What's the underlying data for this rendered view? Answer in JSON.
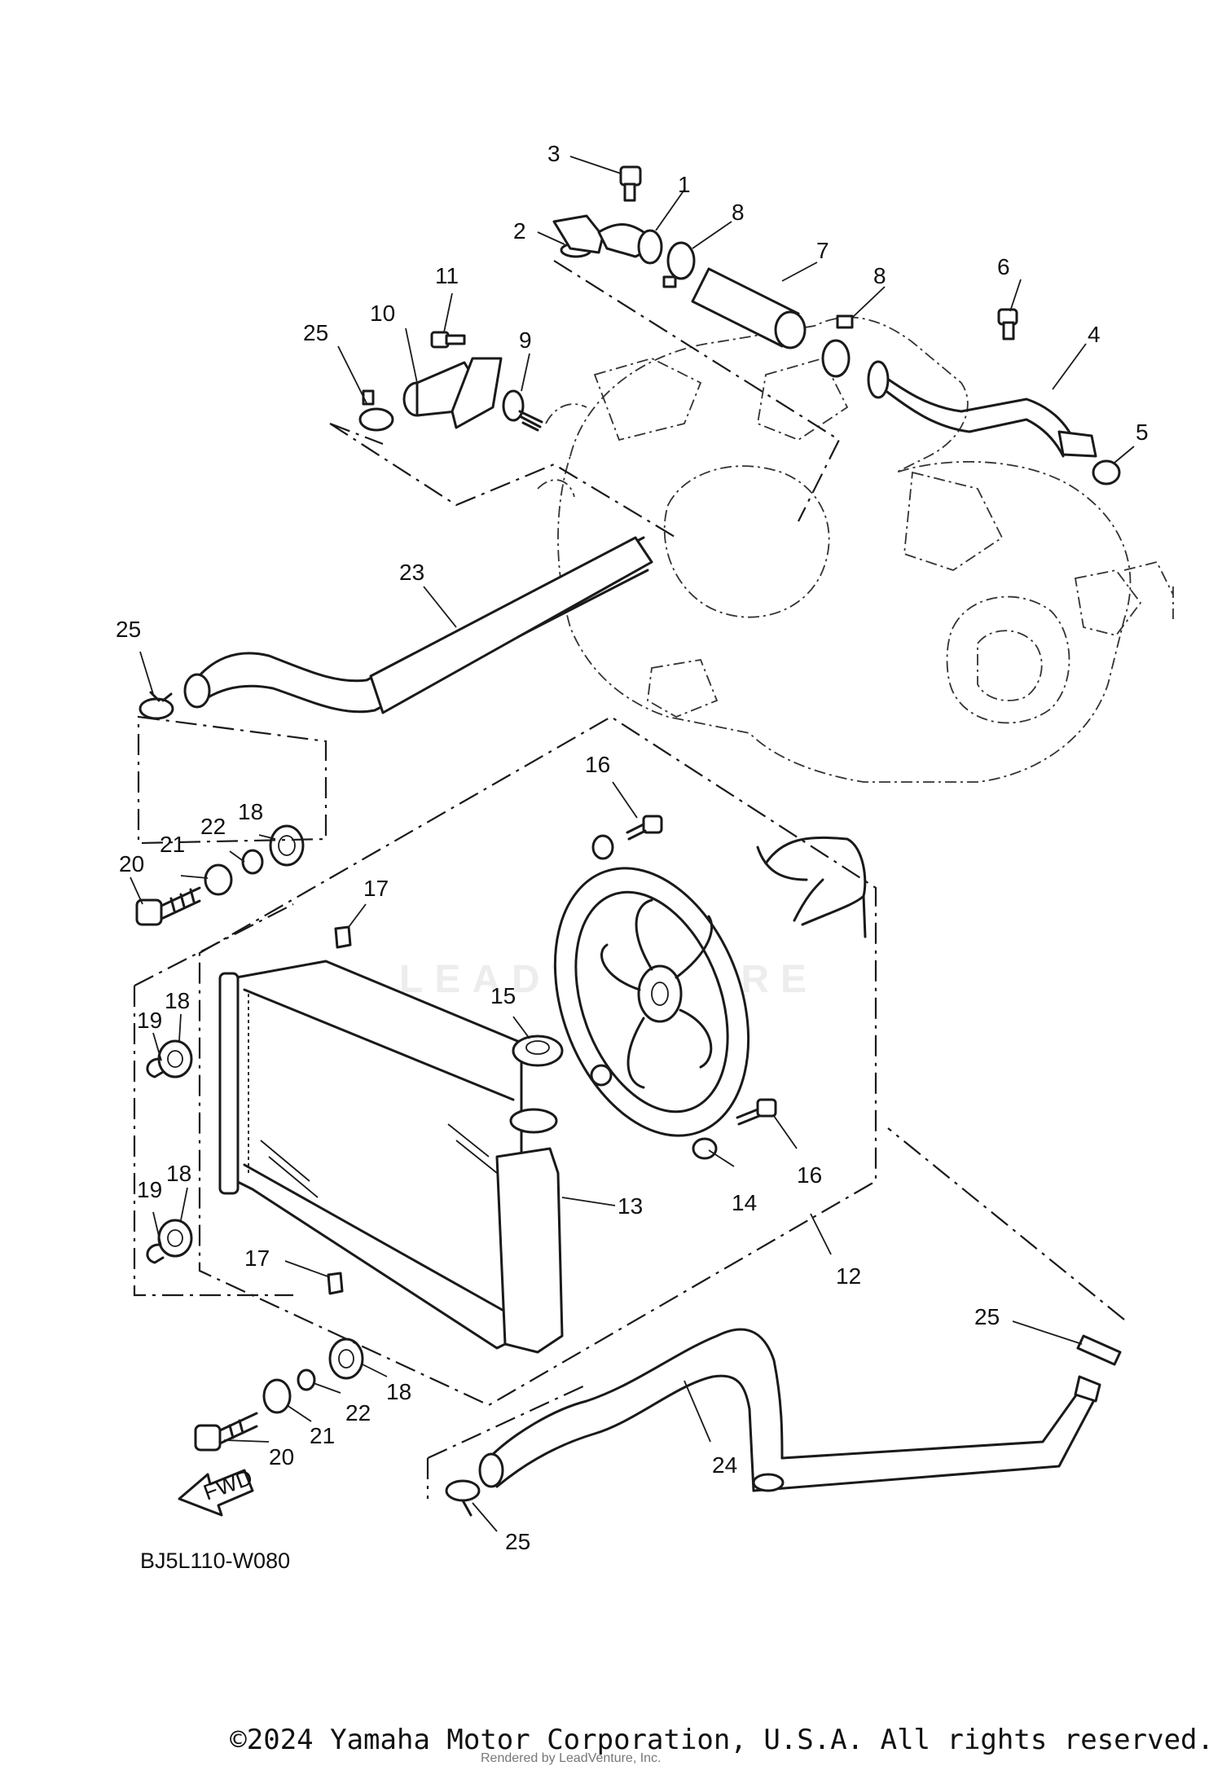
{
  "diagram": {
    "callouts": {
      "c1": "1",
      "c2": "2",
      "c3": "3",
      "c4": "4",
      "c5": "5",
      "c6": "6",
      "c7": "7",
      "c8a": "8",
      "c8b": "8",
      "c9": "9",
      "c10": "10",
      "c11": "11",
      "c25a": "25",
      "c23": "23",
      "c25b": "25",
      "c16a": "16",
      "c18a": "18",
      "c21a": "21",
      "c22a": "22",
      "c20a": "20",
      "c17a": "17",
      "c15": "15",
      "c18b": "18",
      "c19a": "19",
      "c18c": "18",
      "c19b": "19",
      "c13": "13",
      "c14": "14",
      "c16b": "16",
      "c12": "12",
      "c17b": "17",
      "c25c": "25",
      "c18d": "18",
      "c22b": "22",
      "c21b": "21",
      "c20b": "20",
      "c24": "24",
      "c25d": "25"
    },
    "fwd_label": "FWD",
    "diagram_code": "BJ5L110-W080",
    "watermark": "LEADVENTURE"
  },
  "footer": {
    "copyright": "©2024 Yamaha Motor Corporation, U.S.A. All rights reserved.",
    "rendered_by": "Rendered by LeadVenture, Inc."
  }
}
